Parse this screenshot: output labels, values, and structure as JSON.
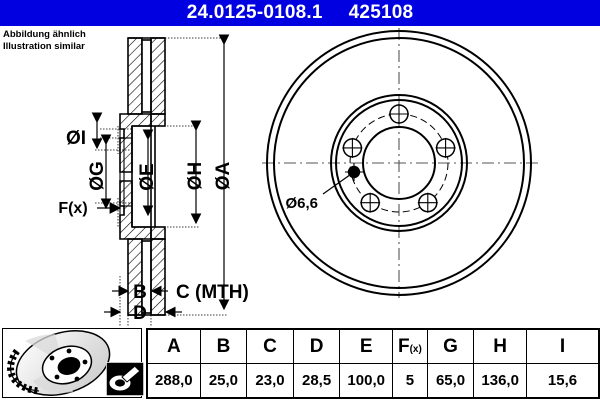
{
  "header": {
    "part_number": "24.0125-0108.1",
    "article_number": "425108",
    "background_color": "#0000E0",
    "text_color": "#FFFFFF"
  },
  "note": {
    "line1": "Abbildung ähnlich",
    "line2": "Illustration similar"
  },
  "drawing": {
    "section_view": {
      "dimension_labels": [
        {
          "id": "dia-i",
          "text": "ØI",
          "orientation": "horizontal"
        },
        {
          "id": "dia-g",
          "text": "ØG",
          "orientation": "vertical"
        },
        {
          "id": "dia-e",
          "text": "ØE",
          "orientation": "vertical"
        },
        {
          "id": "dia-h",
          "text": "ØH",
          "orientation": "vertical"
        },
        {
          "id": "dia-a",
          "text": "ØA",
          "orientation": "vertical"
        },
        {
          "id": "fx",
          "text": "F(x)",
          "orientation": "horizontal"
        },
        {
          "id": "b",
          "text": "B",
          "orientation": "horizontal"
        },
        {
          "id": "c",
          "text": "C (MTH)",
          "orientation": "horizontal"
        },
        {
          "id": "d",
          "text": "D",
          "orientation": "horizontal"
        }
      ]
    },
    "front_view": {
      "hole_callout": "Ø6,6",
      "bolt_hole_count": 5
    }
  },
  "table": {
    "headers": [
      "A",
      "B",
      "C",
      "D",
      "E",
      "F",
      "G",
      "H",
      "I"
    ],
    "f_superscript": "(x)",
    "values": [
      "288,0",
      "25,0",
      "23,0",
      "28,5",
      "100,0",
      "5",
      "65,0",
      "136,0",
      "15,6"
    ]
  },
  "product_image": {
    "alt": "vented-brake-disc-perspective"
  },
  "tool_icon": {
    "alt": "micrometer-measuring-icon"
  }
}
